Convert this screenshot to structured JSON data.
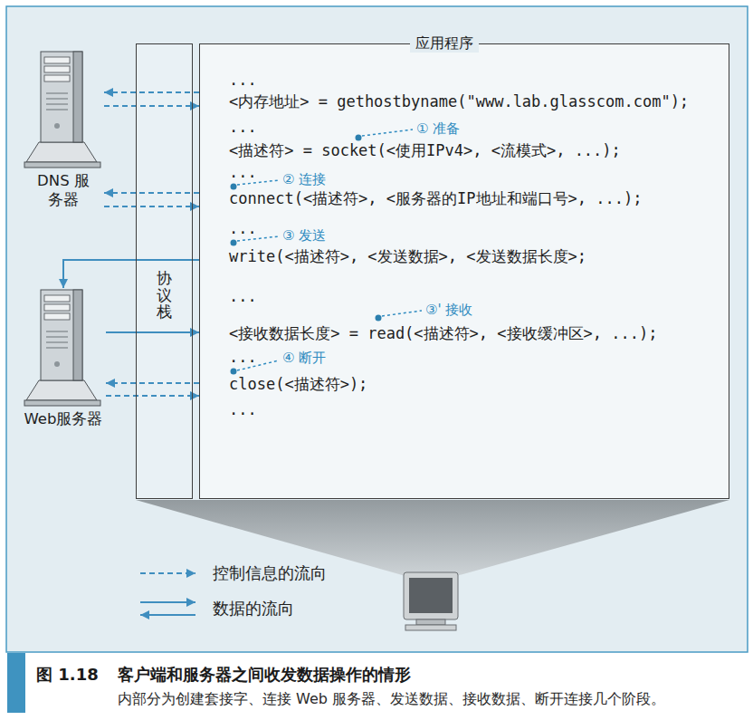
{
  "diagram": {
    "title": "客户端和服务器之间收发数据操作的情形",
    "caption": "内部分为创建套接字、连接 Web 服务器、发送数据、接收数据、断开连接几个阶段。",
    "nodes": [
      {
        "text": [
          "应用程序"
        ]
      },
      {
        "text": [
          "协议栈"
        ]
      },
      {
        "text": [
          "DNS 服务器"
        ]
      },
      {
        "text": [
          "Web服务器"
        ]
      }
    ],
    "edges": [
      {
        "from": 0,
        "to": 2,
        "arrow": "to"
      },
      {
        "from": 2,
        "to": 0,
        "arrow": "to"
      },
      {
        "from": 0,
        "to": 2,
        "arrow": "to"
      },
      {
        "from": 2,
        "to": 0,
        "arrow": "to"
      },
      {
        "from": 0,
        "to": 3,
        "arrow": "to"
      },
      {
        "from": 3,
        "to": 0,
        "arrow": "to"
      },
      {
        "from": 0,
        "to": 3,
        "arrow": "to"
      },
      {
        "from": 3,
        "to": 0,
        "arrow": "to"
      }
    ],
    "labels": [
      "...",
      "<内存地址> = gethostbyname(\"www.lab.glasscom.com\");",
      "...",
      "① 准备",
      "<描述符> = socket(<使用IPv4>, <流模式>, ...);",
      "...",
      "② 连接",
      "connect(<描述符>, <服务器的IP地址和端口号>, ...);",
      "...",
      "③ 发送",
      "write(<描述符>, <发送数据>, <发送数据长度>;",
      "...",
      "③' 接收",
      "<接收数据长度> = read(<描述符>, <接收缓冲区>, ...);",
      "...",
      "④ 断开",
      "close(<描述符>);",
      "...",
      "图 1.18"
    ],
    "legend": [
      {
        "text": "控制信息的流向"
      },
      {
        "text": "数据的流向"
      }
    ]
  }
}
